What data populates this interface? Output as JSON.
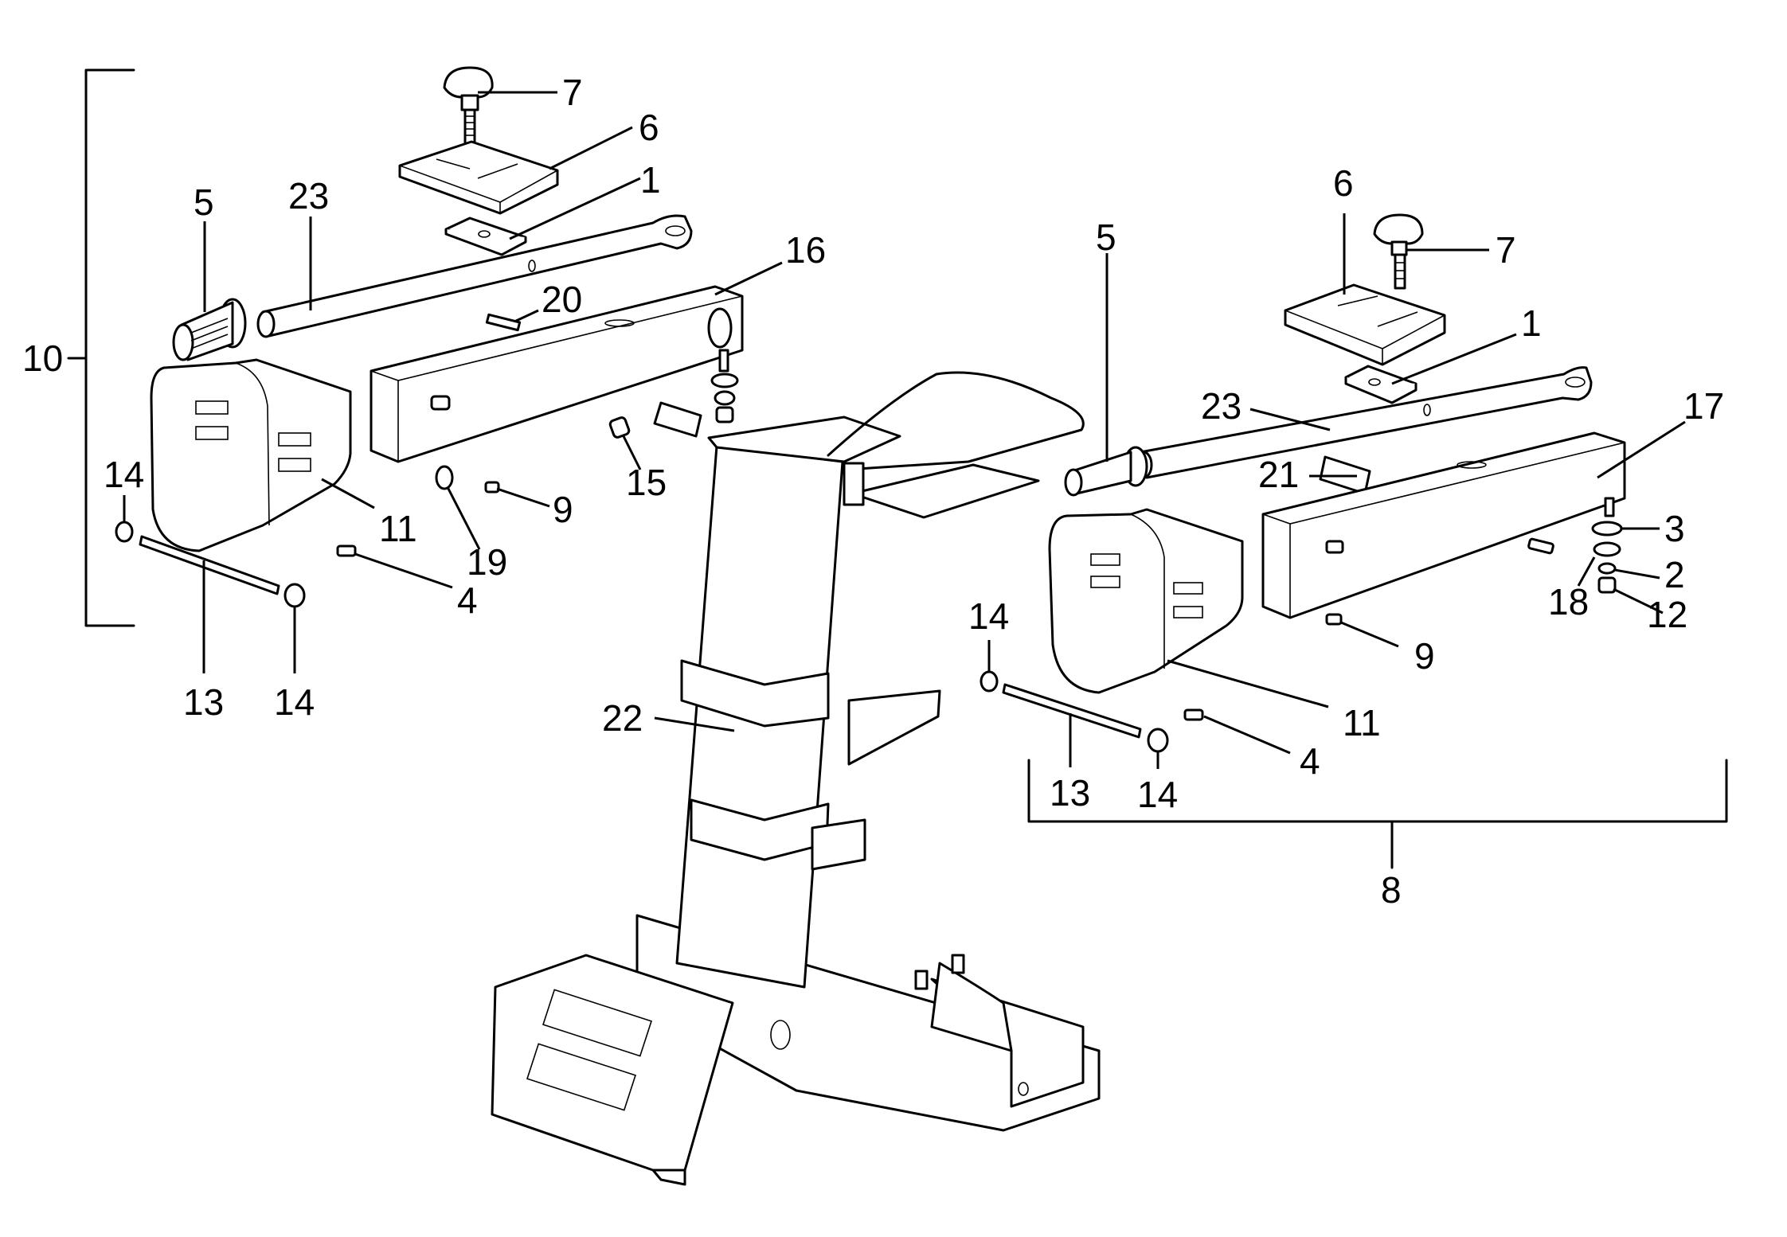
{
  "diagram": {
    "type": "exploded parts diagram",
    "callouts": {
      "left_assembly": {
        "bracket": "10",
        "parts": [
          "7",
          "6",
          "1",
          "5",
          "23",
          "16",
          "20",
          "15",
          "19",
          "9",
          "4",
          "11",
          "14",
          "13",
          "14"
        ]
      },
      "right_assembly": {
        "bracket": "8",
        "parts": [
          "6",
          "7",
          "5",
          "1",
          "23",
          "17",
          "21",
          "3",
          "2",
          "18",
          "12",
          "9",
          "11",
          "14",
          "13",
          "14",
          "4"
        ]
      },
      "stand": "22"
    },
    "labels": {
      "l7": "7",
      "l6": "6",
      "l1": "1",
      "l5": "5",
      "l23": "23",
      "l16": "16",
      "l20": "20",
      "l10": "10",
      "l14a": "14",
      "l11": "11",
      "l19": "19",
      "l9": "9",
      "l15": "15",
      "l4": "4",
      "l13": "13",
      "l14b": "14",
      "l22": "22",
      "r6": "6",
      "r7": "7",
      "r5": "5",
      "r1": "1",
      "r23": "23",
      "r17": "17",
      "r21": "21",
      "r3": "3",
      "r2": "2",
      "r18": "18",
      "r12": "12",
      "r9": "9",
      "r11": "11",
      "r14a": "14",
      "r13": "13",
      "r14b": "14",
      "r4": "4",
      "r8": "8"
    }
  }
}
